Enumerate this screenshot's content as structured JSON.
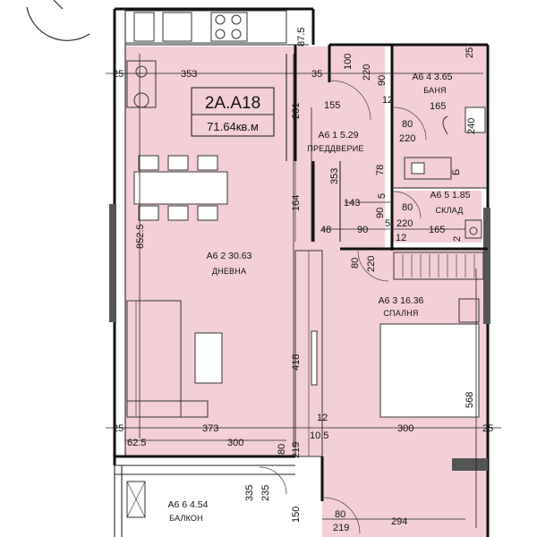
{
  "apartment": {
    "id": "2A.A18",
    "area": "71.64кв.м"
  },
  "rooms": [
    {
      "label": "А6 1 5.29",
      "name": "ПРЕДДВЕРИЕ"
    },
    {
      "label": "А6 2 30.63",
      "name": "ДНЕВНА"
    },
    {
      "label": "А6 3 16.36",
      "name": "СПАЛНЯ"
    },
    {
      "label": "А6 4 3.65",
      "name": "БАНЯ"
    },
    {
      "label": "А6 5 1.85",
      "name": "СКЛАД"
    },
    {
      "label": "А6 6 4.54",
      "name": "БАЛКОН"
    }
  ],
  "dimensions": [
    "25",
    "353",
    "35",
    "100",
    "220",
    "90",
    "12",
    "155",
    "87.5",
    "201",
    "80",
    "220",
    "165",
    "240",
    "25",
    "5",
    "78",
    "353",
    "143",
    "80",
    "220",
    "90",
    "5",
    "48",
    "90",
    "12",
    "165",
    "2",
    "164",
    "852.5",
    "80",
    "220",
    "418",
    "568",
    "373",
    "300",
    "12",
    "10.5",
    "62.5",
    "300",
    "219",
    "80",
    "335",
    "235",
    "150",
    "80",
    "219",
    "294",
    "25",
    "25",
    "Б"
  ]
}
